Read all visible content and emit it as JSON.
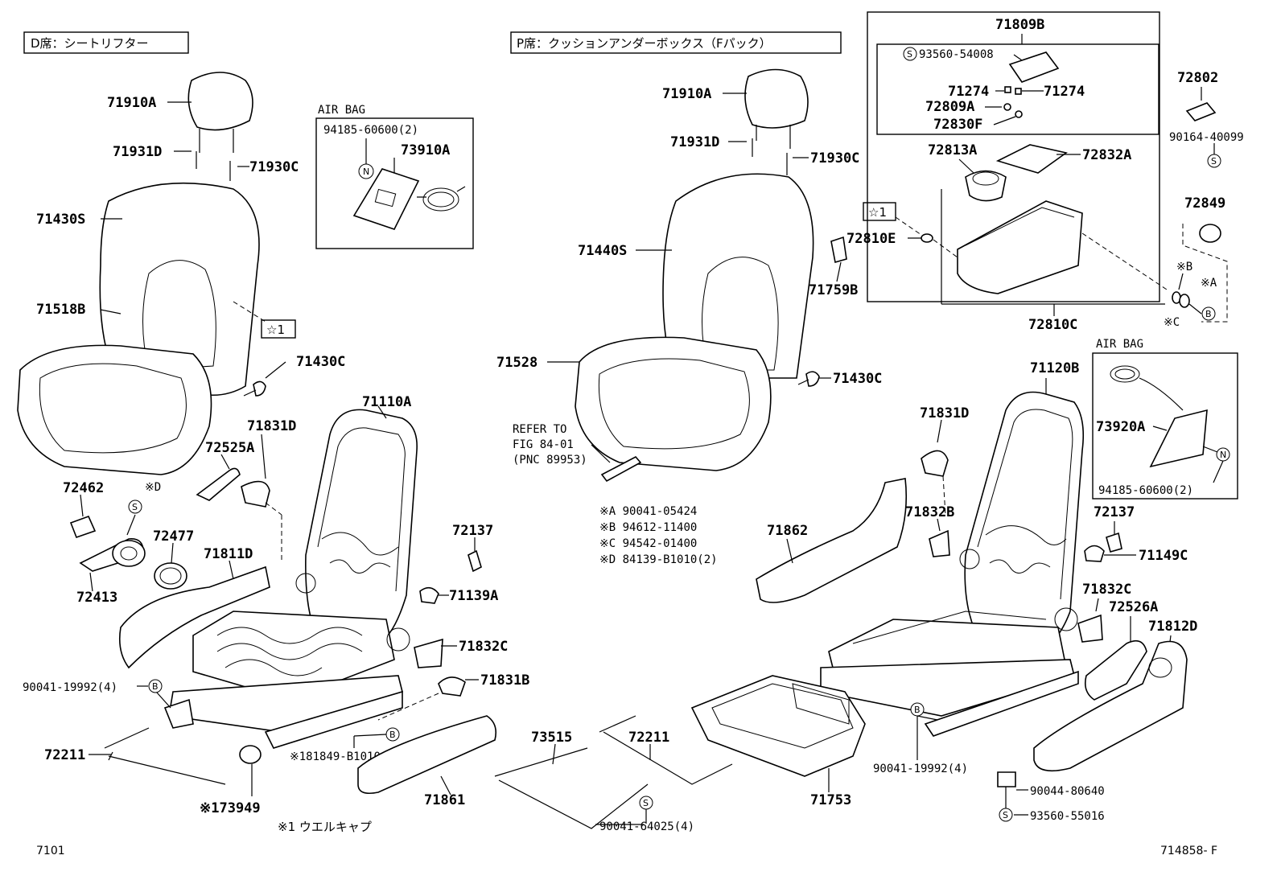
{
  "headings": {
    "driver_seat": "D席：シートリフター",
    "passenger_seat": "P席：クッションアンダーボックス（Fパック）",
    "airbag_left": "AIR BAG",
    "airbag_right": "AIR BAG"
  },
  "notes": {
    "refer_line1": "REFER TO",
    "refer_line2": "FIG 84-01",
    "refer_line3": "(PNC 89953)",
    "note_a": "※A 90041-05424",
    "note_b": "※B 94612-11400",
    "note_c": "※C 94542-01400",
    "note_d": "※D 84139-B1010(2)",
    "footnote": "※1 ウエルキャプ",
    "figure_left": "7101",
    "figure_right": "714858- F"
  },
  "marks": {
    "n": "N",
    "s": "S",
    "b": "B",
    "star1": "☆1"
  },
  "parts": {
    "p71910A_l": "71910A",
    "p71931D_l": "71931D",
    "p71930C_l": "71930C",
    "p71430S": "71430S",
    "p71518B": "71518B",
    "p71430C_l": "71430C",
    "p94185_l": "94185-60600(2)",
    "p73910A": "73910A",
    "p71110A": "71110A",
    "p71831D_l": "71831D",
    "p72525A": "72525A",
    "p72462": "72462",
    "sD": "※D",
    "p72477": "72477",
    "p72413": "72413",
    "p71811D": "71811D",
    "p72137_l": "72137",
    "p71139A": "71139A",
    "p71832C_l": "71832C",
    "p71831B": "71831B",
    "p90041_19992_l": "90041-19992(4)",
    "p72211_l": "72211",
    "p181849": "※181849-B1010",
    "p173949": "※173949",
    "p71861": "71861",
    "p71910A_r": "71910A",
    "p71931D_r": "71931D",
    "p71930C_r": "71930C",
    "p71440S": "71440S",
    "p71528": "71528",
    "p71430C_r": "71430C",
    "p72810E": "72810E",
    "p71759B": "71759B",
    "p71809B": "71809B",
    "p93560_54008": "93560-54008",
    "p71274_a": "71274",
    "p71274_b": "71274",
    "p72809A": "72809A",
    "p72830F": "72830F",
    "p72813A": "72813A",
    "p72832A": "72832A",
    "p72810C": "72810C",
    "p72802": "72802",
    "p90164": "90164-40099",
    "p72849": "72849",
    "sB": "※B",
    "sA": "※A",
    "sC": "※C",
    "p71120B": "71120B",
    "p71831D_r": "71831D",
    "p71862": "71862",
    "p71832B": "71832B",
    "p72137_r": "72137",
    "p71149C": "71149C",
    "p71832C_r": "71832C",
    "p72526A": "72526A",
    "p71812D": "71812D",
    "p73920A": "73920A",
    "p94185_r": "94185-60600(2)",
    "p73515": "73515",
    "p72211_r": "72211",
    "p90041_64025": "90041-64025(4)",
    "p71753": "71753",
    "p90041_19992_r": "90041-19992(4)",
    "p90044": "90044-80640",
    "p93560_55016": "93560-55016"
  }
}
